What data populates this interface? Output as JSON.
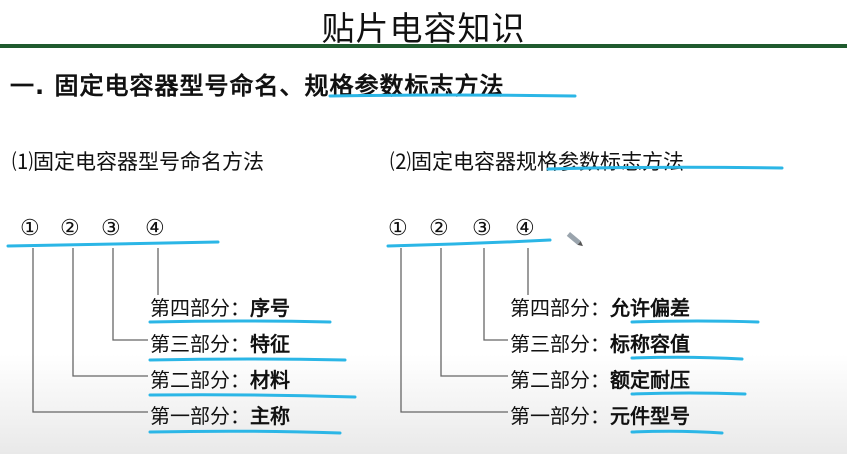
{
  "title": "贴片电容知识",
  "heading": "一. 固定电容器型号命名、规格参数标志方法",
  "left": {
    "subtitle": "⑴固定电容器型号命名方法",
    "numbers": [
      "①",
      "②",
      "③",
      "④"
    ],
    "rows": [
      {
        "label": "第四部分：",
        "value": "序号"
      },
      {
        "label": "第三部分：",
        "value": "特征"
      },
      {
        "label": "第二部分：",
        "value": "材料"
      },
      {
        "label": "第一部分：",
        "value": "主称"
      }
    ]
  },
  "right": {
    "subtitle": "⑵固定电容器规格参数标志方法",
    "numbers": [
      "①",
      "②",
      "③",
      "④"
    ],
    "rows": [
      {
        "label": "第四部分：",
        "value": "允许偏差"
      },
      {
        "label": "第三部分：",
        "value": "标称容值"
      },
      {
        "label": "第二部分：",
        "value": "额定耐压"
      },
      {
        "label": "第一部分：",
        "value": "元件型号"
      }
    ]
  },
  "colors": {
    "rule": "#1f5b2e",
    "highlight": "#2bb6e6",
    "connector": "#666666"
  }
}
